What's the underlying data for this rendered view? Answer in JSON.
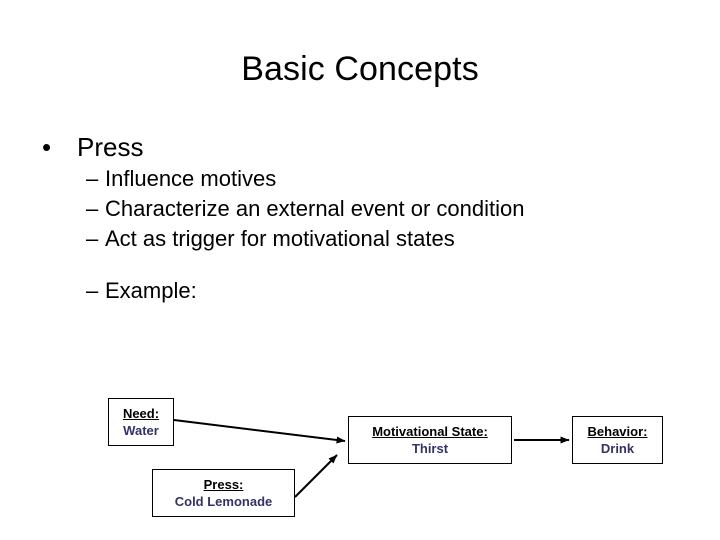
{
  "slide": {
    "title": "Basic Concepts",
    "background_color": "#ffffff",
    "text_color": "#000000",
    "accent_color": "#333366"
  },
  "body": {
    "level1": {
      "marker": "•",
      "text": "Press"
    },
    "level2_markers": "–",
    "level2": [
      {
        "marker": "–",
        "text": "Influence motives"
      },
      {
        "marker": "–",
        "text": "Characterize an external event or condition"
      },
      {
        "marker": "–",
        "text": "Act as trigger for motivational states"
      }
    ],
    "example": {
      "marker": "–",
      "text": "Example:"
    }
  },
  "diagram": {
    "nodes": [
      {
        "id": "need",
        "heading": "Need:",
        "value": "Water"
      },
      {
        "id": "press",
        "heading": "Press:",
        "value": "Cold Lemonade"
      },
      {
        "id": "motivation",
        "heading": "Motivational State:",
        "value": "Thirst"
      },
      {
        "id": "behavior",
        "heading": "Behavior:",
        "value": "Drink"
      }
    ],
    "arrows": [
      {
        "id": "need-to-motivation",
        "from": "need",
        "to": "motivation"
      },
      {
        "id": "press-to-motivation",
        "from": "press",
        "to": "motivation"
      },
      {
        "id": "motivation-to-behavior",
        "from": "motivation",
        "to": "behavior"
      }
    ]
  }
}
